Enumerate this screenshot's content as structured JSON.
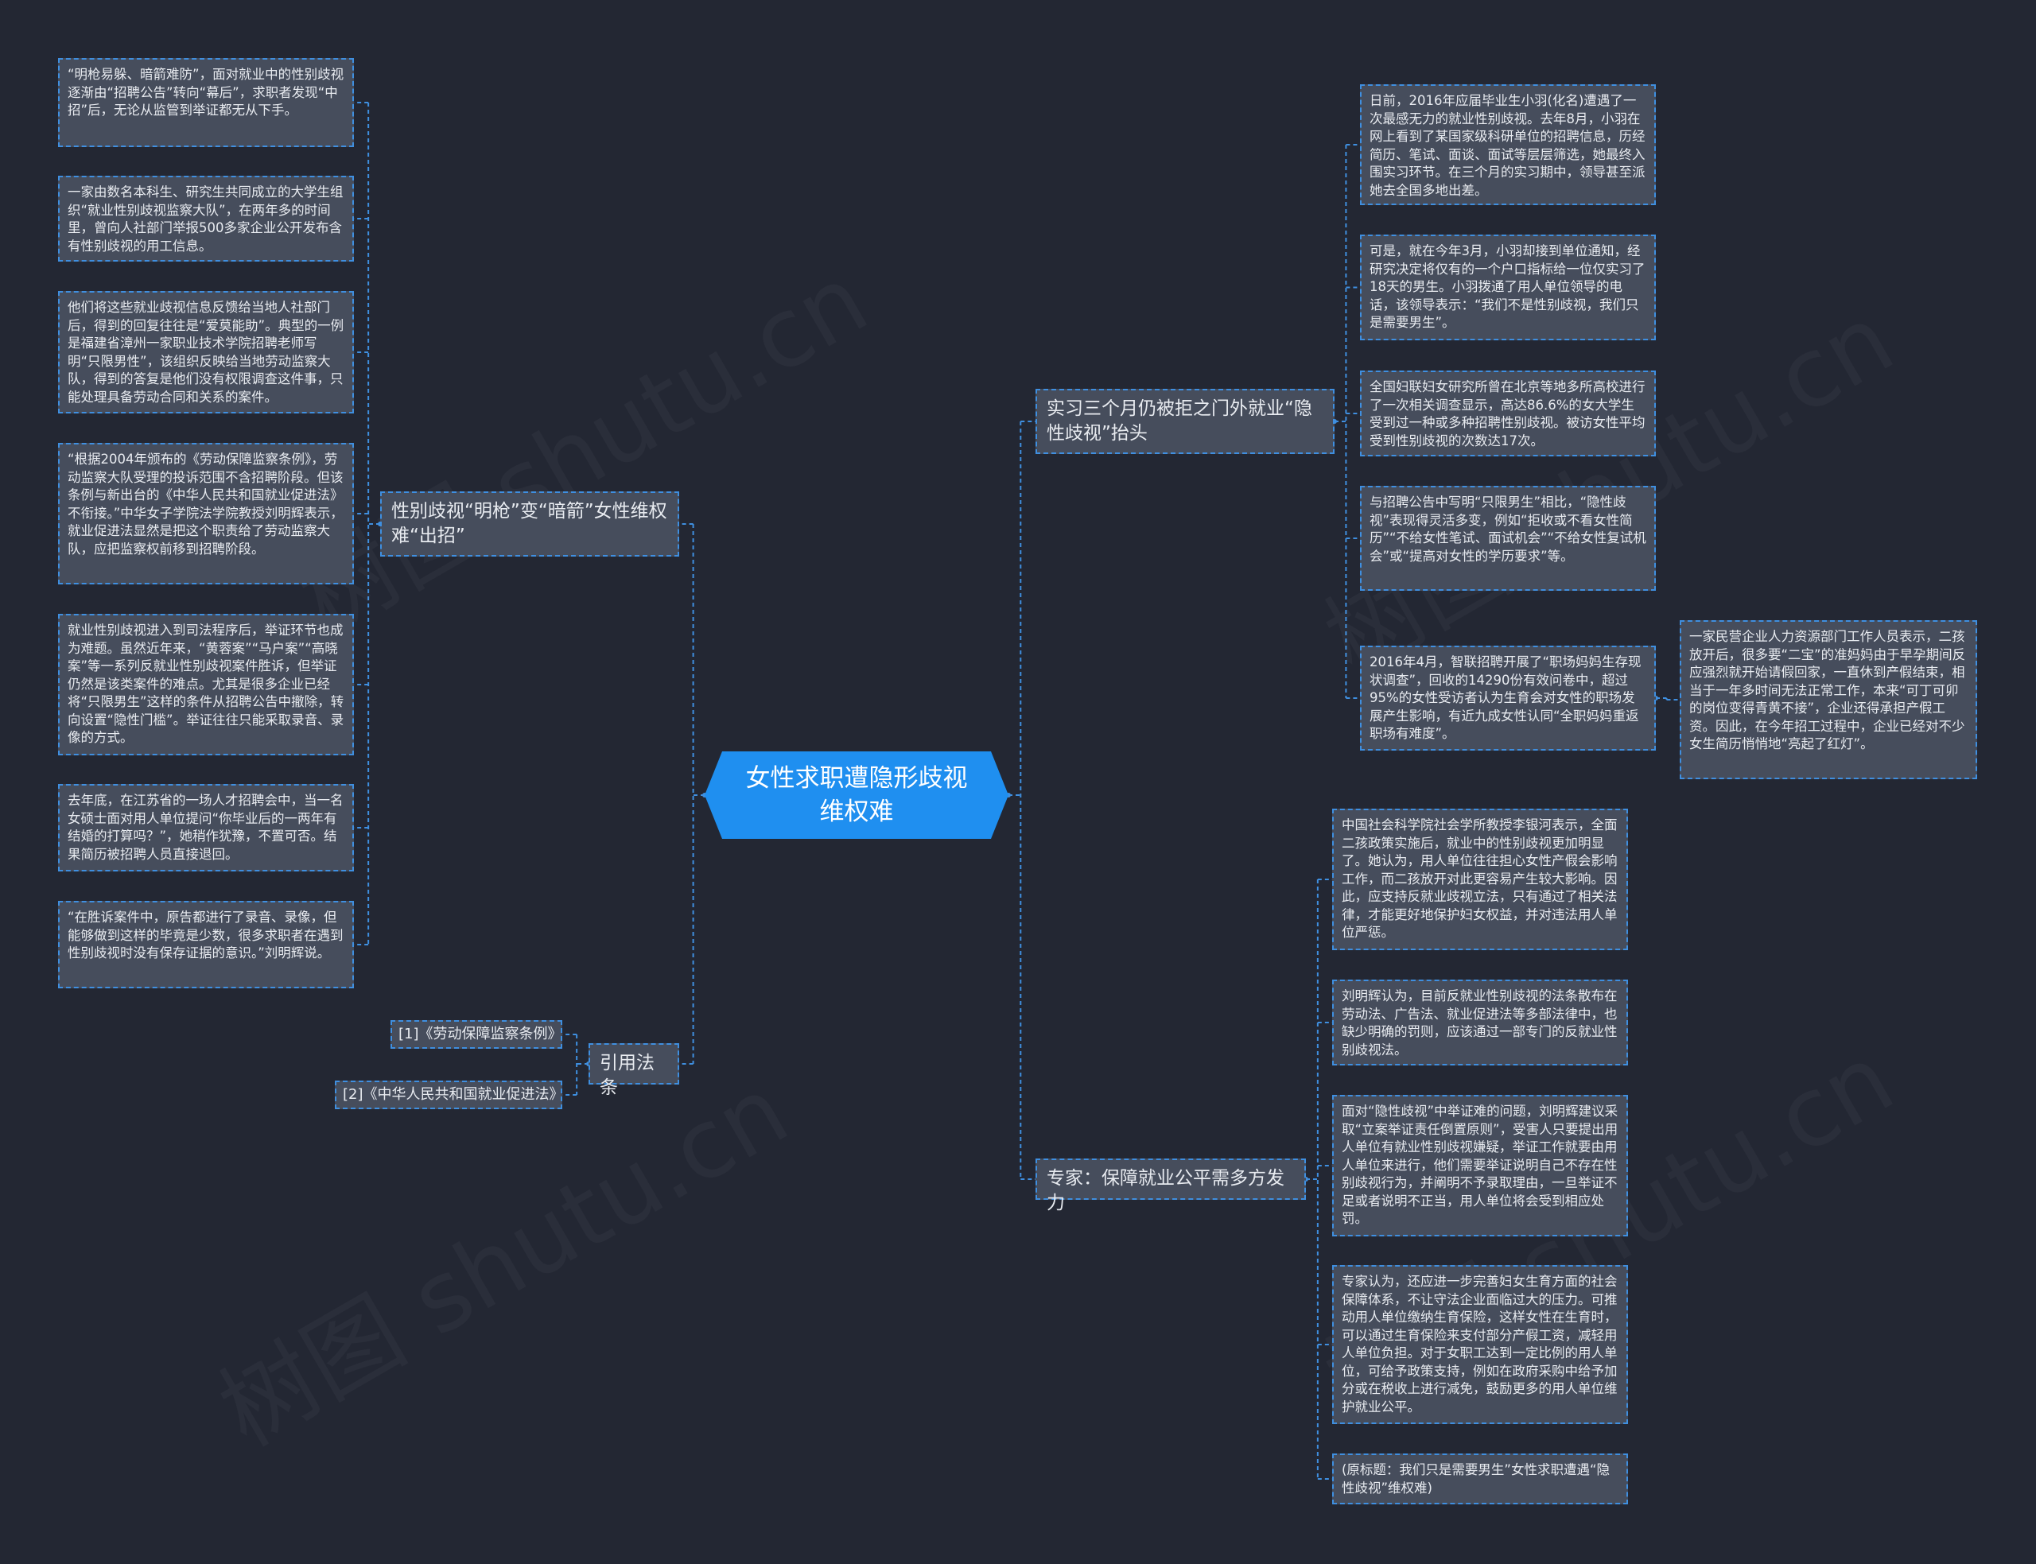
{
  "root": {
    "title": "女性求职遭隐形歧视维权难"
  },
  "branches": {
    "b1": {
      "title": "性别歧视“明枪”变“暗箭”女性维权难“出招”",
      "leaves": [
        "“明枪易躲、暗箭难防”，面对就业中的性别歧视逐渐由“招聘公告”转向“幕后”，求职者发现“中招”后，无论从监管到举证都无从下手。",
        "一家由数名本科生、研究生共同成立的大学生组织“就业性别歧视监察大队”，在两年多的时间里，曾向人社部门举报500多家企业公开发布含有性别歧视的用工信息。",
        "他们将这些就业歧视信息反馈给当地人社部门后，得到的回复往往是“爱莫能助”。典型的一例是福建省漳州一家职业技术学院招聘老师写明“只限男性”，该组织反映给当地劳动监察大队，得到的答复是他们没有权限调查这件事，只能处理具备劳动合同和关系的案件。",
        "“根据2004年颁布的《劳动保障监察条例》，劳动监察大队受理的投诉范围不含招聘阶段。但该条例与新出台的《中华人民共和国就业促进法》不衔接。”中华女子学院法学院教授刘明辉表示，就业促进法显然是把这个职责给了劳动监察大队，应把监察权前移到招聘阶段。",
        "就业性别歧视进入到司法程序后，举证环节也成为难题。虽然近年来，“黄蓉案”“马户案”“高晓案”等一系列反就业性别歧视案件胜诉，但举证仍然是该类案件的难点。尤其是很多企业已经将“只限男生”这样的条件从招聘公告中撤除，转向设置“隐性门槛”。举证往往只能采取录音、录像的方式。",
        "去年底，在江苏省的一场人才招聘会中，当一名女硕士面对用人单位提问“你毕业后的一两年有结婚的打算吗？”，她稍作犹豫，不置可否。结果简历被招聘人员直接退回。",
        "“在胜诉案件中，原告都进行了录音、录像，但能够做到这样的毕竟是少数，很多求职者在遇到性别歧视时没有保存证据的意识。”刘明辉说。"
      ]
    },
    "b2": {
      "title": "引用法条",
      "refs": [
        "[1]《劳动保障监察条例》",
        "[2]《中华人民共和国就业促进法》"
      ]
    },
    "b3": {
      "title": "实习三个月仍被拒之门外就业“隐性歧视”抬头",
      "leaves": [
        "日前，2016年应届毕业生小羽(化名)遭遇了一次最感无力的就业性别歧视。去年8月，小羽在网上看到了某国家级科研单位的招聘信息，历经简历、笔试、面谈、面试等层层筛选，她最终入围实习环节。在三个月的实习期中，领导甚至派她去全国多地出差。",
        "可是，就在今年3月，小羽却接到单位通知，经研究决定将仅有的一个户口指标给一位仅实习了18天的男生。小羽拨通了用人单位领导的电话，该领导表示：“我们不是性别歧视，我们只是需要男生”。",
        "全国妇联妇女研究所曾在北京等地多所高校进行了一次相关调查显示，高达86.6%的女大学生受到过一种或多种招聘性别歧视。被访女性平均受到性别歧视的次数达17次。",
        "与招聘公告中写明“只限男生”相比，“隐性歧视”表现得灵活多变，例如“拒收或不看女性简历”“不给女性笔试、面试机会”“不给女性复试机会”或“提高对女性的学历要求”等。",
        "2016年4月，智联招聘开展了“职场妈妈生存现状调查”，回收的14290份有效问卷中，超过95%的女性受访者认为生育会对女性的职场发展产生影响，有近九成女性认同“全职妈妈重返职场有难度”。"
      ],
      "sub_leaf": "一家民营企业人力资源部门工作人员表示，二孩放开后，很多要“二宝”的准妈妈由于早孕期间反应强烈就开始请假回家，一直休到产假结束，相当于一年多时间无法正常工作，本来“可丁可卯的岗位变得青黄不接”，企业还得承担产假工资。因此，在今年招工过程中，企业已经对不少女生简历悄悄地“亮起了红灯”。"
    },
    "b4": {
      "title": "专家：保障就业公平需多方发力",
      "leaves": [
        "中国社会科学院社会学所教授李银河表示，全面二孩政策实施后，就业中的性别歧视更加明显了。她认为，用人单位往往担心女性产假会影响工作，而二孩放开对此更容易产生较大影响。因此，应支持反就业歧视立法，只有通过了相关法律，才能更好地保护妇女权益，并对违法用人单位严惩。",
        "刘明辉认为，目前反就业性别歧视的法条散布在劳动法、广告法、就业促进法等多部法律中，也缺少明确的罚则，应该通过一部专门的反就业性别歧视法。",
        "面对“隐性歧视”中举证难的问题，刘明辉建议采取“立案举证责任倒置原则”，受害人只要提出用人单位有就业性别歧视嫌疑，举证工作就要由用人单位来进行，他们需要举证说明自己不存在性别歧视行为，并阐明不予录取理由，一旦举证不足或者说明不正当，用人单位将会受到相应处罚。",
        "专家认为，还应进一步完善妇女生育方面的社会保障体系，不让守法企业面临过大的压力。可推动用人单位缴纳生育保险，这样女性在生育时，可以通过生育保险来支付部分产假工资，减轻用人单位负担。对于女职工达到一定比例的用人单位，可给予政策支持，例如在政府采购中给予加分或在税收上进行减免，鼓励更多的用人单位维护就业公平。",
        "(原标题：我们只是需要男生”女性求职遭遇“隐性歧视”维权难)"
      ]
    }
  },
  "watermark": "树图 shutu.cn",
  "colors": {
    "background": "#232733",
    "node": "#464d5c",
    "line": "#3f8fe0",
    "root": "#1f8ff0"
  }
}
